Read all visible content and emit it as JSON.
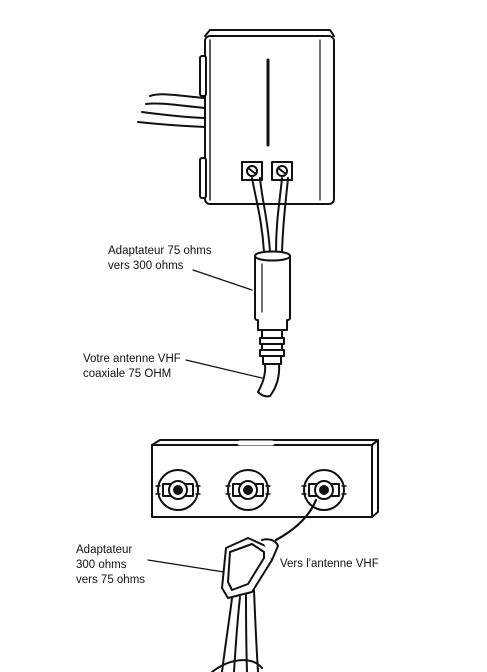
{
  "figure_top": {
    "label_adapter": {
      "line1": "Adaptateur 75 ohms",
      "line2": "vers 300 ohms"
    },
    "label_antenna": {
      "line1": "Votre antenne VHF",
      "line2": "coaxiale 75 OHM"
    }
  },
  "figure_bottom": {
    "label_adapter": {
      "line1": "Adaptateur",
      "line2": "300 ohms",
      "line3": "vers 75 ohms"
    },
    "label_antenna": {
      "line1": "Vers l'antenne VHF"
    }
  }
}
